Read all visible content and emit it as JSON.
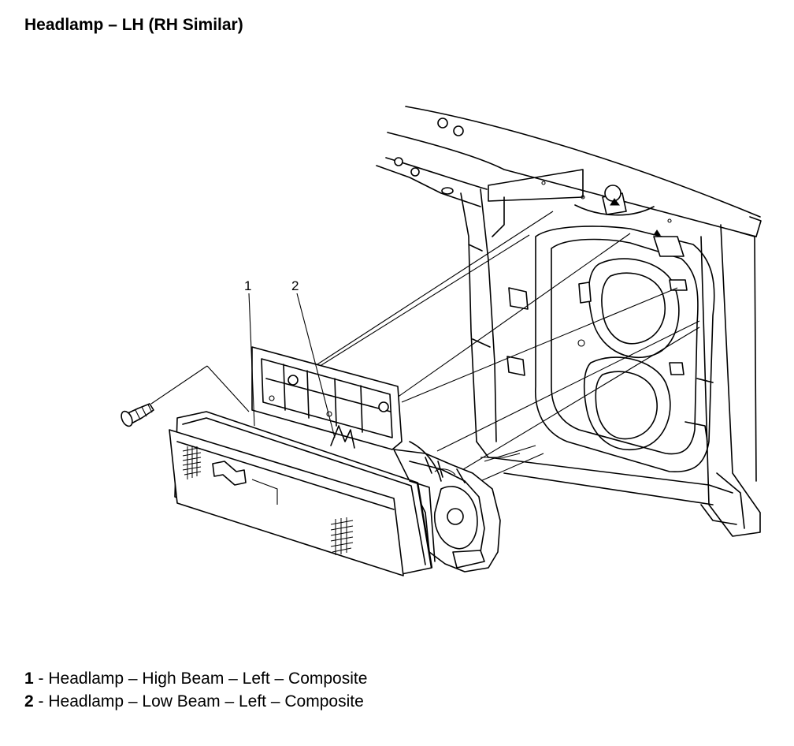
{
  "title": "Headlamp – LH (RH Similar)",
  "callouts": [
    {
      "num": "1"
    },
    {
      "num": "2"
    }
  ],
  "legend": [
    {
      "num": "1",
      "sep": " - ",
      "text": "Headlamp – High Beam – Left – Composite"
    },
    {
      "num": "2",
      "sep": " - ",
      "text": "Headlamp – Low Beam – Left – Composite"
    }
  ]
}
